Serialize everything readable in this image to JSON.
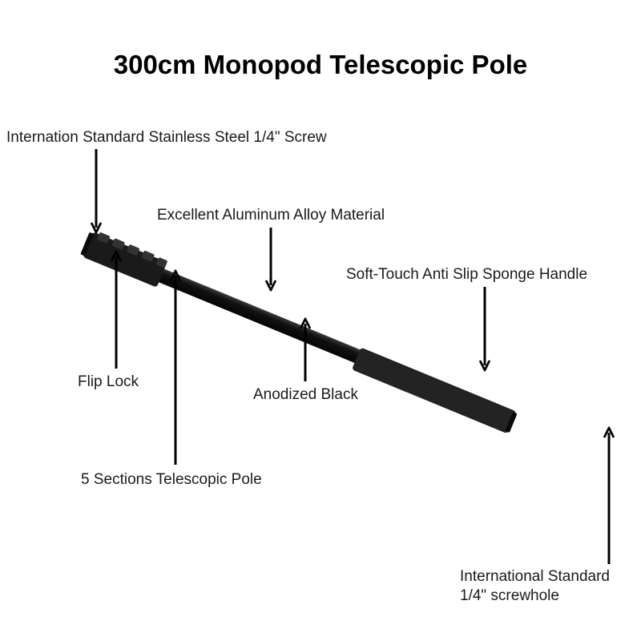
{
  "title": "300cm Monopod Telescopic Pole",
  "labels": {
    "screw": "Internation Standard Stainless Steel 1/4\" Screw",
    "alloy": "Excellent Aluminum Alloy Material",
    "handle": "Soft-Touch Anti Slip Sponge Handle",
    "flip_lock": "Flip Lock",
    "anodized": "Anodized Black",
    "sections": "5 Sections Telescopic Pole",
    "screwhole_line1": "International Standard",
    "screwhole_line2": "1/4\" screwhole"
  },
  "colors": {
    "pole": "#121212",
    "handle": "#262626",
    "text": "#1a1a1a",
    "arrow": "#000000"
  }
}
